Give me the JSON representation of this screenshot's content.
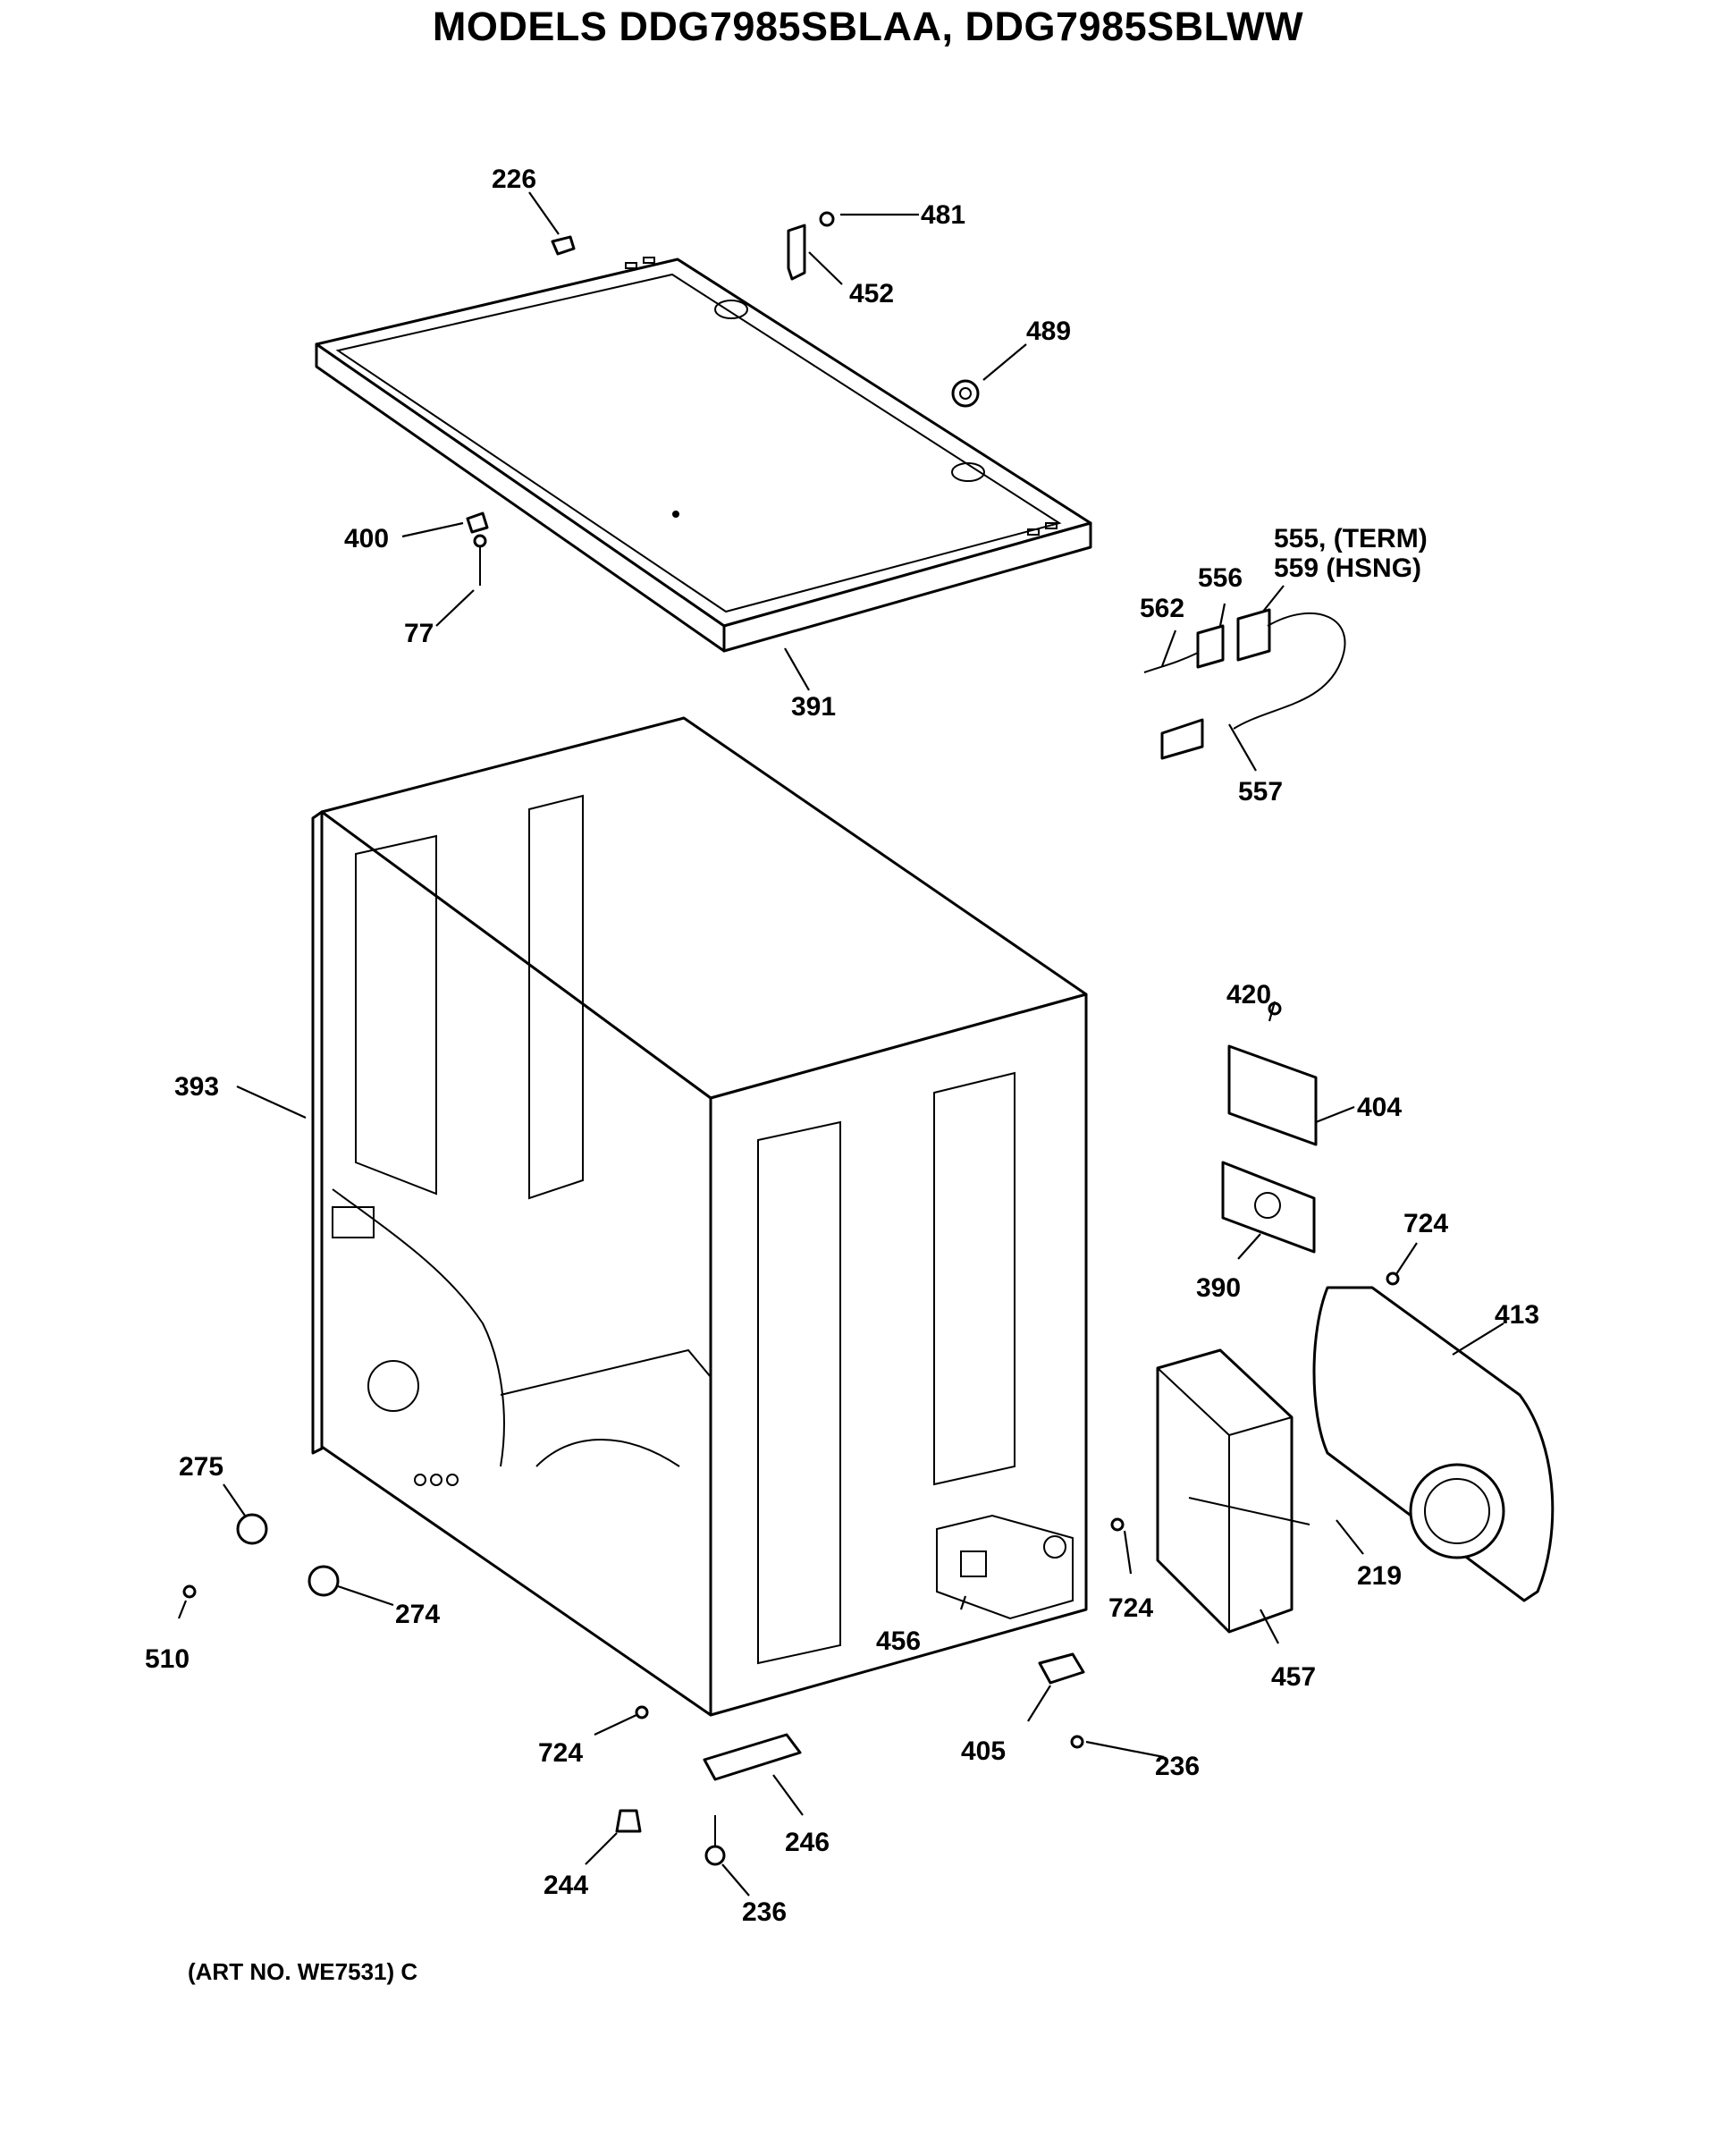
{
  "title": "MODELS DDG7985SBLAA, DDG7985SBLWW",
  "art_number": "(ART NO. WE7531) C",
  "callouts": [
    {
      "id": "226",
      "label": "226"
    },
    {
      "id": "481",
      "label": "481"
    },
    {
      "id": "452",
      "label": "452"
    },
    {
      "id": "489",
      "label": "489"
    },
    {
      "id": "400",
      "label": "400"
    },
    {
      "id": "77",
      "label": "77"
    },
    {
      "id": "391",
      "label": "391"
    },
    {
      "id": "555-559-line1",
      "label": "555, (TERM)"
    },
    {
      "id": "555-559-line2",
      "label": "559  (HSNG)"
    },
    {
      "id": "556",
      "label": "556"
    },
    {
      "id": "562",
      "label": "562"
    },
    {
      "id": "557",
      "label": "557"
    },
    {
      "id": "393",
      "label": "393"
    },
    {
      "id": "420",
      "label": "420"
    },
    {
      "id": "404",
      "label": "404"
    },
    {
      "id": "390",
      "label": "390"
    },
    {
      "id": "724-upper",
      "label": "724"
    },
    {
      "id": "413",
      "label": "413"
    },
    {
      "id": "219",
      "label": "219"
    },
    {
      "id": "457",
      "label": "457"
    },
    {
      "id": "275",
      "label": "275"
    },
    {
      "id": "274",
      "label": "274"
    },
    {
      "id": "510",
      "label": "510"
    },
    {
      "id": "456",
      "label": "456"
    },
    {
      "id": "724-mid",
      "label": "724"
    },
    {
      "id": "724-lower",
      "label": "724"
    },
    {
      "id": "405",
      "label": "405"
    },
    {
      "id": "236-right",
      "label": "236"
    },
    {
      "id": "246",
      "label": "246"
    },
    {
      "id": "244",
      "label": "244"
    },
    {
      "id": "236-bottom",
      "label": "236"
    }
  ]
}
